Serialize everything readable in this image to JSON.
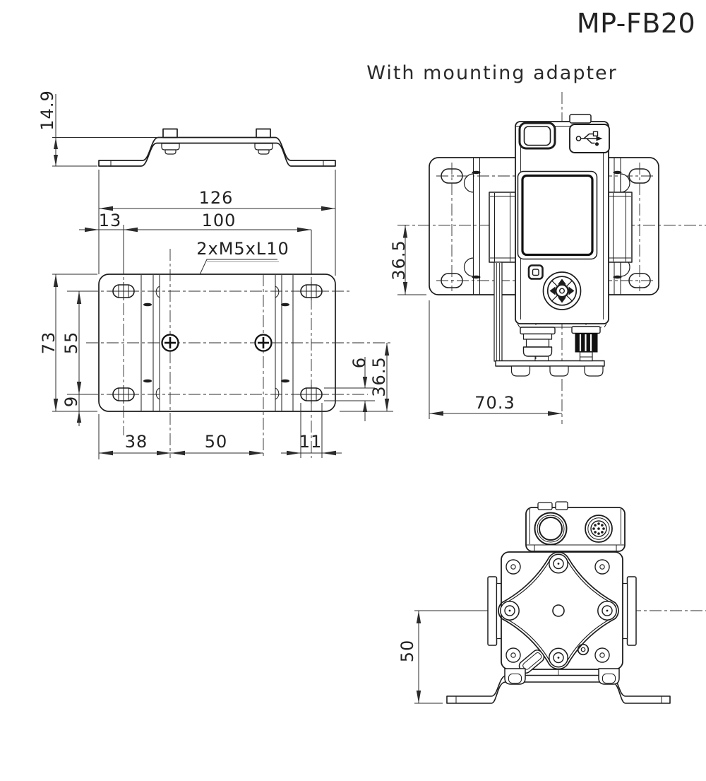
{
  "title": "MP-FB20",
  "subtitle": "With mounting adapter",
  "colors": {
    "line": "#1d1d1d",
    "dimension": "#2b2b2b",
    "background": "#ffffff"
  },
  "labels": {
    "thread_callout": "2xM5xL10"
  },
  "dims": {
    "bracket_height": "14.9",
    "overall_width": "126",
    "edge_offset": "13",
    "hole_pitch": "100",
    "plate_height": "73",
    "slot_pitch": "55",
    "slot_bottom_offset": "9",
    "screw_offset": "38",
    "screw_pitch": "50",
    "slot_length": "11",
    "slot_width": "6",
    "plate_center_to_bottom": "36.5",
    "front_center_to_plate_bottom": "36.5",
    "front_edge_to_center": "70.3",
    "bottom_center_to_base": "50"
  }
}
